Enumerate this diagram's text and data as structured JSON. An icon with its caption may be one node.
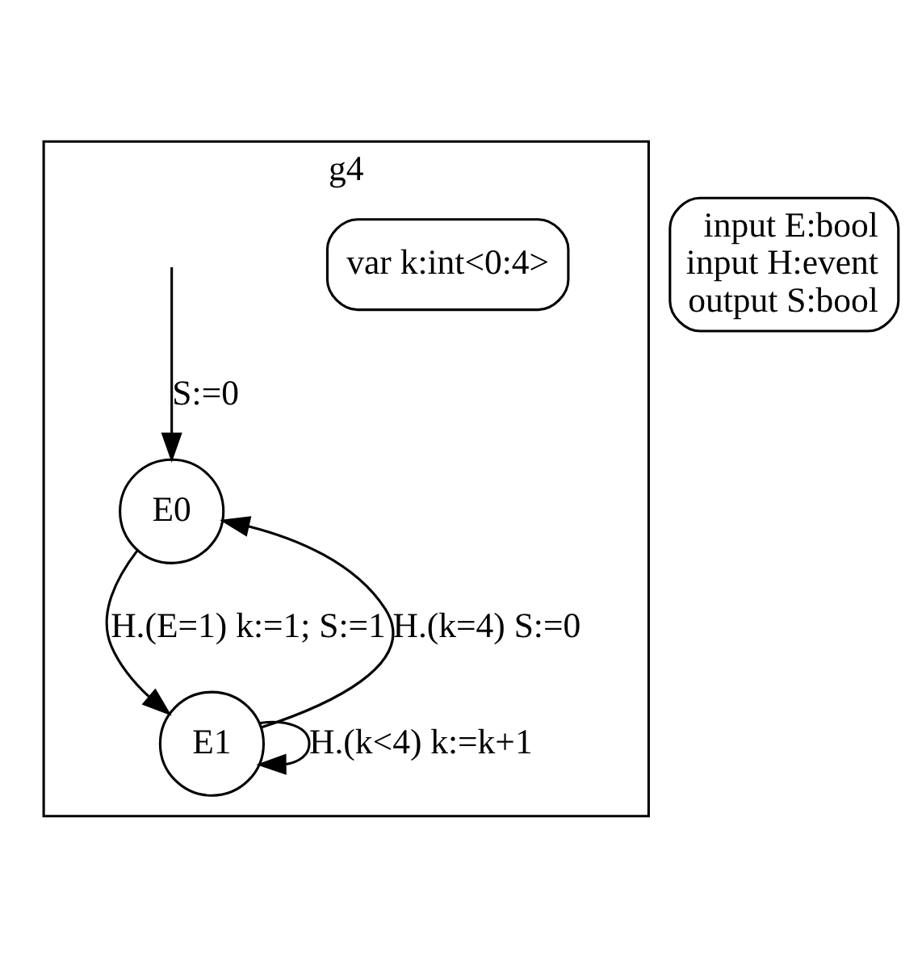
{
  "diagram": {
    "nodes": [
      {
        "text": [
          "g4"
        ]
      },
      {
        "text": [
          "var k:int<0:4>"
        ],
        "in": 0
      },
      {
        "text": [
          "E0"
        ],
        "in": 0
      },
      {
        "text": [
          "E1"
        ],
        "in": 0
      },
      {
        "text": [
          "input E:bool",
          "input H:event",
          "output S:bool"
        ]
      }
    ],
    "edges": [
      {
        "from": null,
        "to": 2,
        "arrow": "to",
        "label": "S:=0"
      },
      {
        "from": 2,
        "to": 3,
        "arrow": "to",
        "label": "H.(E=1) k:=1; S:=1"
      },
      {
        "from": 3,
        "to": 2,
        "arrow": "to",
        "label": "H.(k=4) S:=0"
      },
      {
        "from": 3,
        "to": 3,
        "arrow": "to",
        "label": "H.(k<4) k:=k+1"
      }
    ]
  }
}
